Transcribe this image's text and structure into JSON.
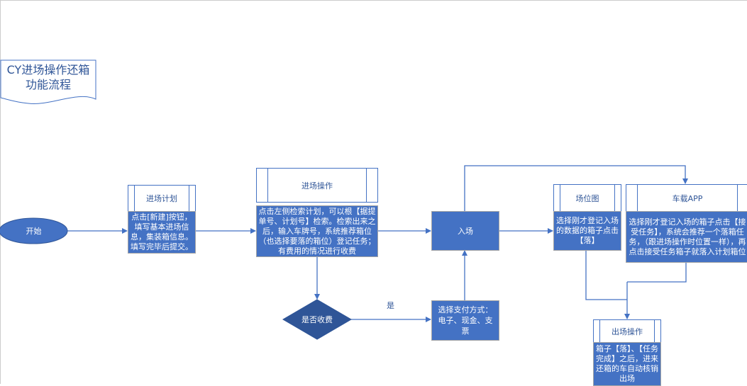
{
  "title": {
    "line1": "CY进场操作还箱",
    "line2": "功能流程"
  },
  "start": "开始",
  "plan": {
    "header": "进场计划",
    "body": "点击[新建]按钮，填写基本进场信息，集装箱信息。填写完毕后提交。"
  },
  "entry_op": {
    "header": "进场操作",
    "body": "点击左侧检索计划，可以根【据提单号、计划号】检索。检索出来之后，输入车牌号，系统推荐箱位（也选择要落的箱位）登记任务；有费用的情况进行收费"
  },
  "enter": "入场",
  "fee_decision": "是否收费",
  "yes_label": "是",
  "payment": "选择支付方式：电子、现金、支票",
  "yard_map": {
    "header": "场位图",
    "body": "选择刚才登记入场的数据的箱子点击【落】"
  },
  "vehicle_app": {
    "header": "车载APP",
    "body": "选择刚才登记入场的箱子点击【接受任务】，系统会推荐一个落箱任务，（跟进场操作时位置一样），再点击接受任务箱子就落入计划箱位"
  },
  "exit_op": {
    "header": "出场操作",
    "body": "箱子【落】、【任务完成】之后，进来还箱的车自动核销出场"
  },
  "colors": {
    "fill": "#4472C4",
    "line": "#4472C4",
    "text": "#2F5597"
  }
}
